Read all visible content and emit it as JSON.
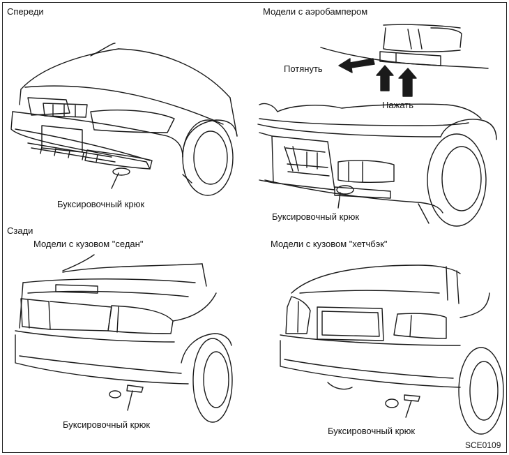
{
  "labels": {
    "front": "Спереди",
    "aero_models": "Модели с аэробампером",
    "pull": "Потянуть",
    "push": "Нажать",
    "tow_hook_front": "Буксировочный крюк",
    "tow_hook_aero": "Буксировочный крюк",
    "rear": "Сзади",
    "sedan_models": "Модели с кузовом \"седан\"",
    "hatchback_models": "Модели с кузовом \"хетчбэк\"",
    "tow_hook_sedan": "Буксировочный крюк",
    "tow_hook_hatchback": "Буксировочный крюк",
    "figure_code": "SCE0109"
  }
}
